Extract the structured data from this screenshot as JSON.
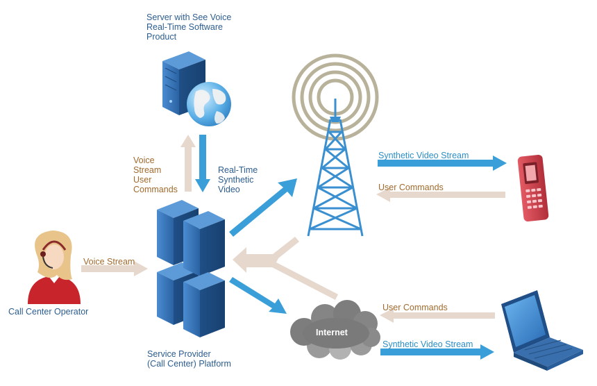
{
  "labels": {
    "server": "Server with See Voice\nReal-Time Software\nProduct",
    "voice_stream_commands": "Voice\nStream\nUser\nCommands",
    "realtime_video": "Real-Time\nSynthetic\nVideo",
    "synthetic_video_phone": "Synthetic Video Stream",
    "user_commands_phone": "User Commands",
    "voice_stream_operator": "Voice Stream",
    "call_center_operator": "Call Center Operator",
    "user_commands_laptop": "User Commands",
    "synthetic_video_laptop": "Synthetic Video Stream",
    "internet": "Internet",
    "platform": "Service Provider\n(Call Center) Platform"
  },
  "colors": {
    "blue_arrow": "#3a9fd8",
    "tan_arrow": "#e6d8cc",
    "server_blue": "#2f6fae",
    "tower_blue": "#3a8fd0",
    "ring": "#b8b29a",
    "phone_red": "#d9434e",
    "cloud_gray": "#7d7d7d",
    "laptop_blue": "#2f6fb8"
  },
  "icons": [
    "server-icon",
    "globe-icon",
    "tower-icon",
    "phone-icon",
    "operator-icon",
    "cloud-icon",
    "laptop-icon",
    "server-cluster-icon"
  ]
}
